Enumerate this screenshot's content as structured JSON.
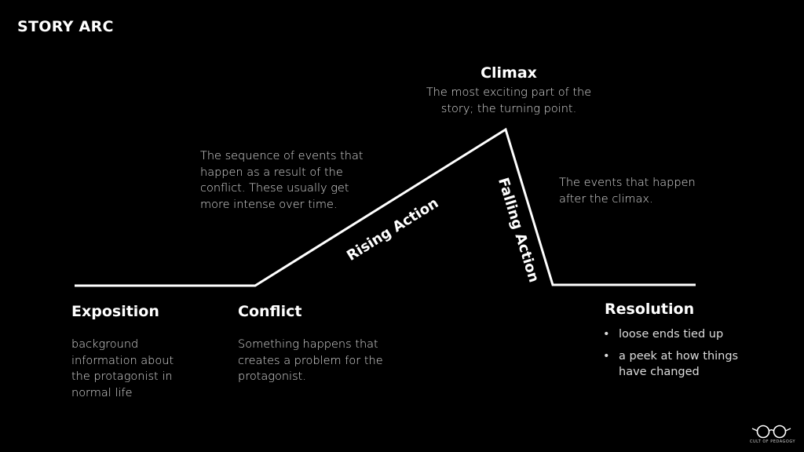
{
  "title": "STORY ARC",
  "stages": {
    "exposition": {
      "heading": "Exposition",
      "description": "background information about the protagonist in normal life"
    },
    "conflict": {
      "heading": "Conflict",
      "description": "Something happens that creates a problem for the protagonist."
    },
    "rising_action": {
      "label": "Rising Action",
      "description": "The sequence of events that happen as a result of the conflict. These usually get more intense over time."
    },
    "climax": {
      "heading": "Climax",
      "description": "The most exciting part of the story; the turning point."
    },
    "falling_action": {
      "label": "Falling Action",
      "description": "The events that happen after the climax."
    },
    "resolution": {
      "heading": "Resolution",
      "items": [
        "loose ends tied up",
        "a peek at how things have changed"
      ]
    }
  },
  "logo": {
    "icon": "glasses-icon",
    "text": "CULT OF PEDAGOGY"
  }
}
